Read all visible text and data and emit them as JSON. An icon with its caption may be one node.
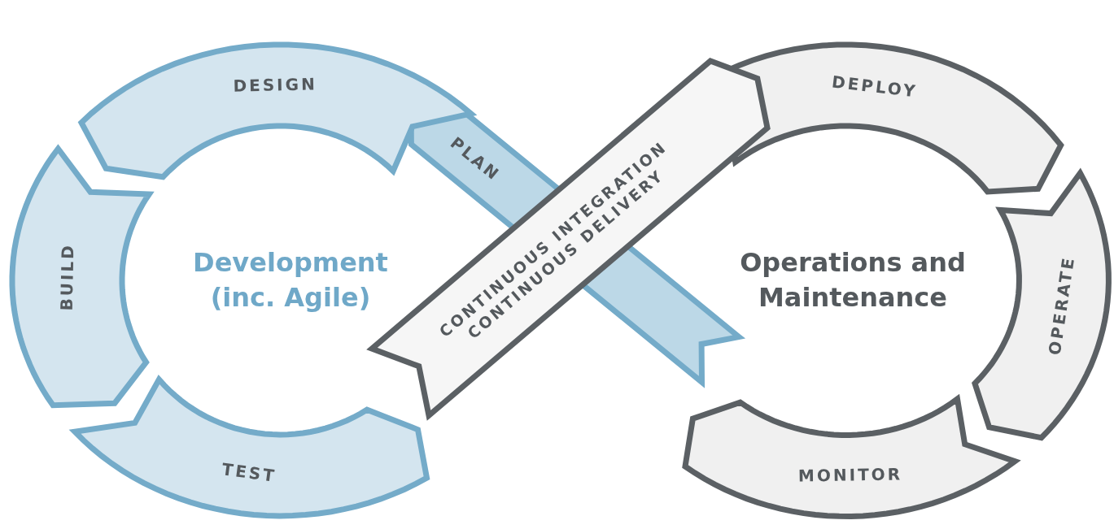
{
  "diagram": {
    "nodes": [
      {
        "text": [
          "DESIGN"
        ]
      },
      {
        "text": [
          "DEPLOY"
        ]
      },
      {
        "text": [
          "PLAN"
        ]
      },
      {
        "text": [
          "CONTINUOUS INTEGRATION",
          "CONTINUOUS DELIVERY"
        ]
      },
      {
        "text": [
          "BUILD"
        ]
      },
      {
        "text": [
          "OPERATE"
        ]
      },
      {
        "text": [
          "TEST"
        ]
      },
      {
        "text": [
          "MONITOR"
        ]
      },
      {
        "text": [],
        "shape": "bar"
      }
    ],
    "labels": [
      "Development (inc. Agile)",
      "Operations and Maintenance"
    ]
  }
}
